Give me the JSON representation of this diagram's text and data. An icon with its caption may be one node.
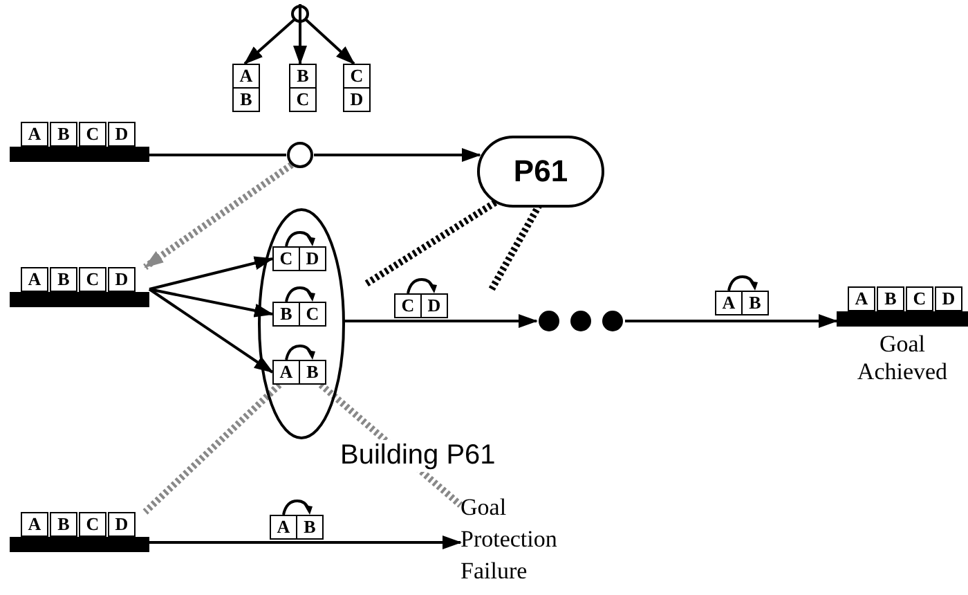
{
  "diagram": {
    "nodes": [
      {
        "text": [],
        "shape": "circle"
      },
      {
        "text": [
          "A",
          "B"
        ]
      },
      {
        "text": [
          "B",
          "C"
        ]
      },
      {
        "text": [
          "C",
          "D"
        ]
      },
      {
        "text": [
          "A",
          "B",
          "C",
          "D"
        ]
      },
      {
        "text": [],
        "shape": "circle"
      },
      {
        "text": [
          "P61"
        ]
      },
      {
        "text": [
          "A",
          "B",
          "C",
          "D"
        ]
      },
      {
        "text": [],
        "shape": "ellipse"
      },
      {
        "text": [
          "C",
          "D"
        ],
        "in": 8
      },
      {
        "text": [
          "B",
          "C"
        ],
        "in": 8
      },
      {
        "text": [
          "A",
          "B"
        ],
        "in": 8
      },
      {
        "text": [],
        "shape": "dots"
      },
      {
        "text": [
          "A",
          "B",
          "C",
          "D"
        ],
        "beside": [
          "Goal Achieved"
        ]
      },
      {
        "text": [
          "A",
          "B",
          "C",
          "D"
        ]
      },
      {
        "text": [
          "Goal Protection Failure"
        ]
      },
      {
        "text": [
          "C",
          "D"
        ]
      },
      {
        "text": [
          "A",
          "B"
        ]
      },
      {
        "text": [
          "A",
          "B"
        ]
      }
    ],
    "edges": [
      {
        "from": 0,
        "to": 1,
        "arrow": "to"
      },
      {
        "from": 0,
        "to": 2,
        "arrow": "to"
      },
      {
        "from": 0,
        "to": 3,
        "arrow": "to"
      },
      {
        "from": 4,
        "to": 5,
        "arrow": "none"
      },
      {
        "from": 5,
        "to": 6,
        "arrow": "to"
      },
      {
        "from": 5,
        "to": 7,
        "arrow": "to",
        "style": "dashed",
        "color": "#888888"
      },
      {
        "from": 6,
        "to": null,
        "arrow": "none",
        "style": "dashed"
      },
      {
        "from": 6,
        "to": null,
        "arrow": "none",
        "style": "dashed"
      },
      {
        "from": 7,
        "to": 9,
        "arrow": "to"
      },
      {
        "from": 7,
        "to": 10,
        "arrow": "to"
      },
      {
        "from": 7,
        "to": 11,
        "arrow": "to"
      },
      {
        "from": 8,
        "to": 12,
        "arrow": "to"
      },
      {
        "from": 12,
        "to": 13,
        "arrow": "to"
      },
      {
        "from": 11,
        "to": 14,
        "arrow": "none",
        "style": "dashed",
        "color": "#888888"
      },
      {
        "from": 11,
        "to": 15,
        "arrow": "none",
        "style": "dashed",
        "color": "#888888"
      },
      {
        "from": 14,
        "to": 15,
        "arrow": "to"
      }
    ],
    "labels": [
      "Building P61"
    ]
  }
}
